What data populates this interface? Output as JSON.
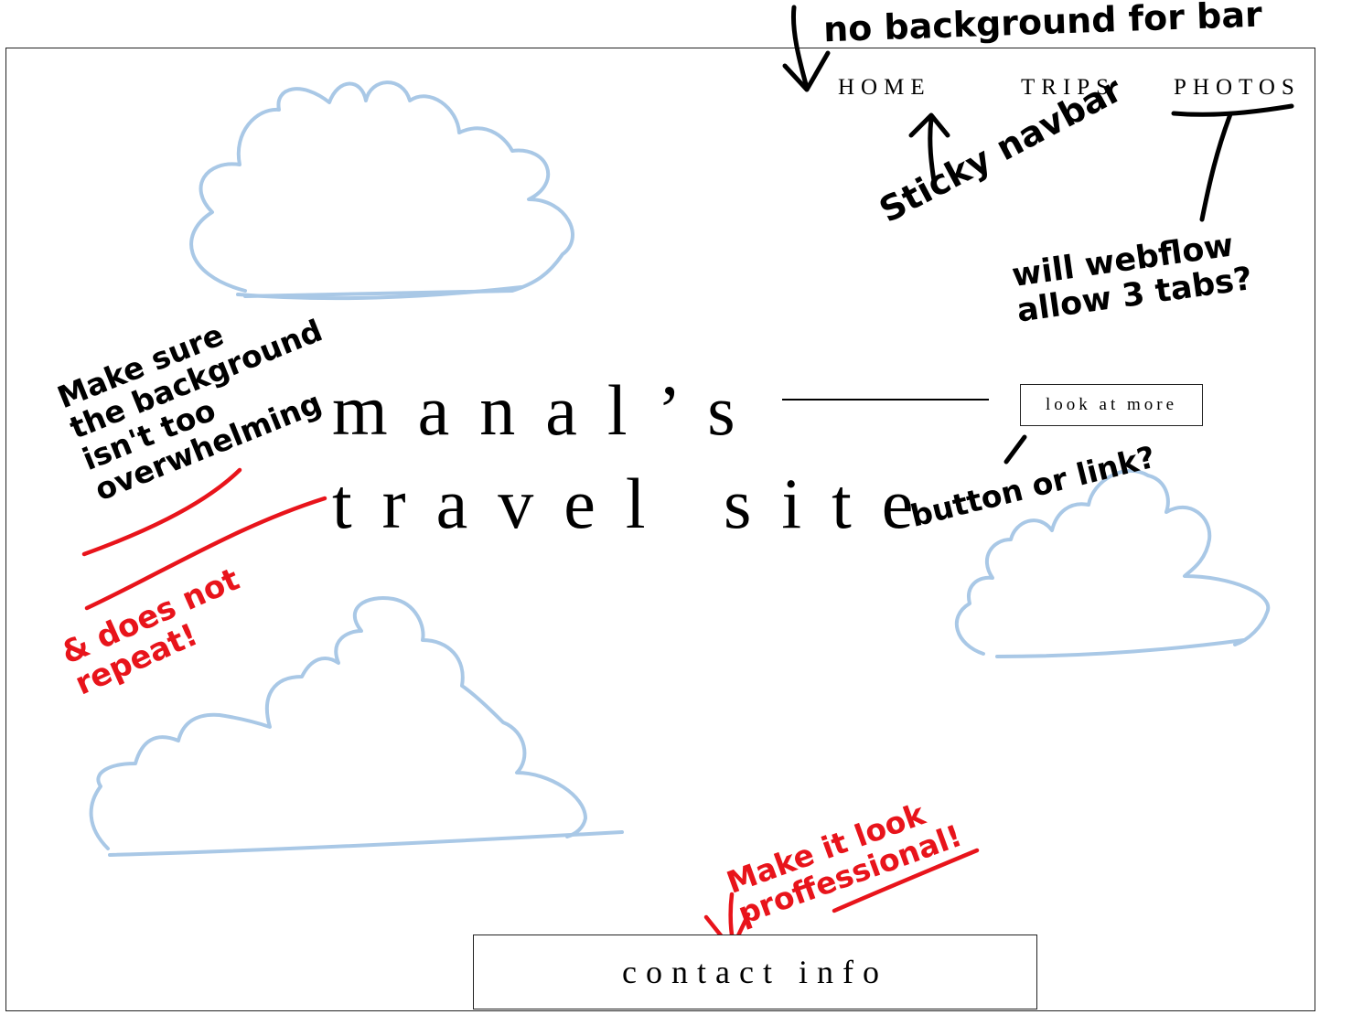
{
  "nav": {
    "home_label": "HOME",
    "trips_label": "TRIPS",
    "photos_label": "PHOTOS"
  },
  "hero": {
    "title_line1": "manal’s",
    "title_line2": "travel site",
    "more_button_label": "look at more"
  },
  "footer": {
    "contact_label": "contact info"
  },
  "annotations": {
    "no_background": "no background for bar",
    "sticky_navbar": "Sticky navbar",
    "webflow_tabs": "will webflow\nallow 3 tabs?",
    "button_or_link": "button or link?",
    "background_note": "Make sure\nthe background\nisn't too\noverwhelming",
    "does_not_repeat": "& does not\nrepeat!",
    "look_professional": "Make it look\nproffessional!"
  },
  "colors": {
    "cloud_stroke": "#a9c8e6",
    "annotation_red": "#e8141b",
    "annotation_black": "#000000"
  }
}
